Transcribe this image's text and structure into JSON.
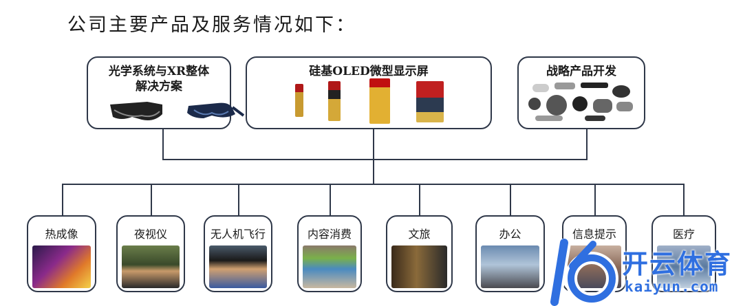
{
  "intro_text": "公司主要产品及服务情况如下：",
  "top_boxes": [
    {
      "title": "光学系统与XR整体\n解决方案"
    },
    {
      "title": "硅基OLED微型显示屏"
    },
    {
      "title": "战略产品开发"
    }
  ],
  "applications": [
    {
      "label": "热成像"
    },
    {
      "label": "夜视仪"
    },
    {
      "label": "无人机飞行"
    },
    {
      "label": "内容消费"
    },
    {
      "label": "文旅"
    },
    {
      "label": "办公"
    },
    {
      "label": "信息提示"
    },
    {
      "label": "医疗"
    }
  ],
  "watermark": {
    "text": "开云体育",
    "url": "kaiyun.com"
  },
  "colors": {
    "border": "#2e3748",
    "watermark_blue": "#2f6fe0"
  }
}
